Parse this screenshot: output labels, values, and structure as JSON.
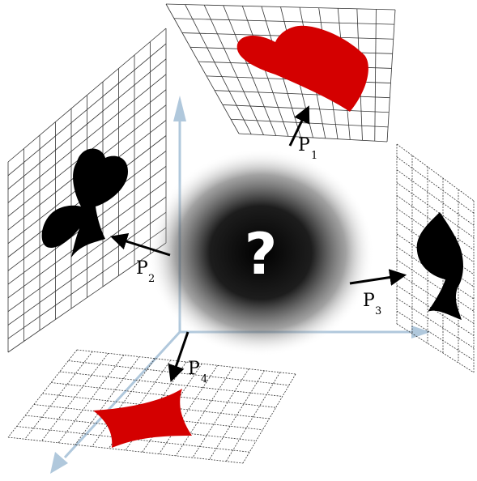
{
  "center": {
    "label": "?"
  },
  "projections": [
    {
      "letter": "P",
      "index": "1",
      "suit": "heart"
    },
    {
      "letter": "P",
      "index": "2",
      "suit": "club"
    },
    {
      "letter": "P",
      "index": "3",
      "suit": "spade"
    },
    {
      "letter": "P",
      "index": "4",
      "suit": "diamond"
    }
  ],
  "colors": {
    "red_suit": "#d40000",
    "black_suit": "#000000",
    "axis": "#b0c8dc",
    "grid": "#333333"
  }
}
